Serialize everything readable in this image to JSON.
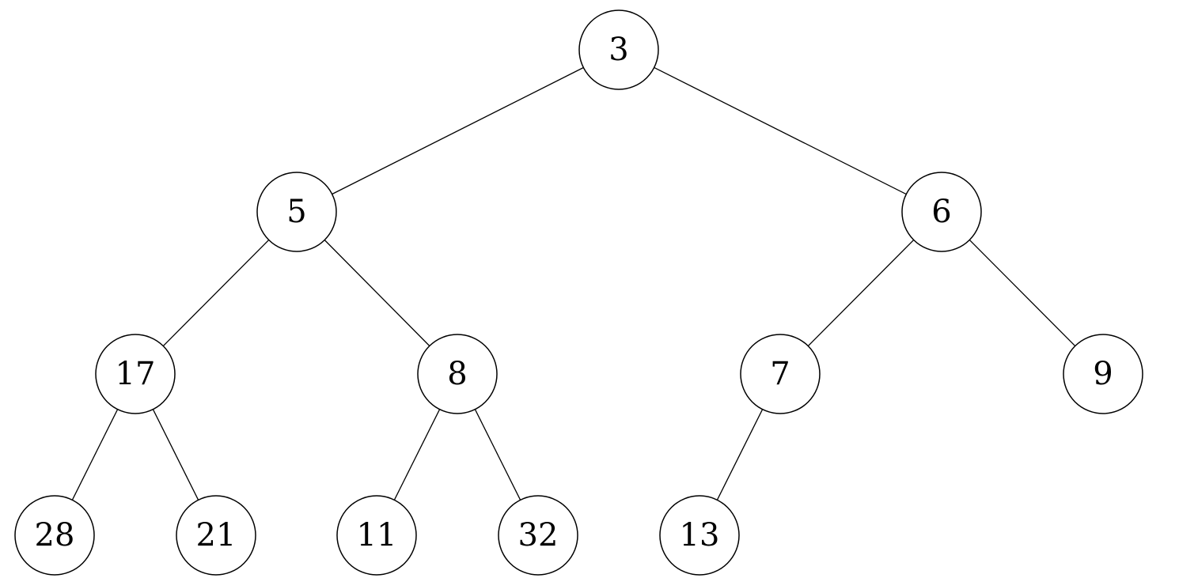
{
  "tree": {
    "type": "binary-min-heap",
    "nodes": [
      {
        "id": "n3",
        "label": "3"
      },
      {
        "id": "n5",
        "label": "5"
      },
      {
        "id": "n6",
        "label": "6"
      },
      {
        "id": "n17",
        "label": "17"
      },
      {
        "id": "n8",
        "label": "8"
      },
      {
        "id": "n7",
        "label": "7"
      },
      {
        "id": "n9",
        "label": "9"
      },
      {
        "id": "n28",
        "label": "28"
      },
      {
        "id": "n21",
        "label": "21"
      },
      {
        "id": "n11",
        "label": "11"
      },
      {
        "id": "n32",
        "label": "32"
      },
      {
        "id": "n13",
        "label": "13"
      }
    ],
    "edges": [
      {
        "from": "n3",
        "to": "n5"
      },
      {
        "from": "n3",
        "to": "n6"
      },
      {
        "from": "n5",
        "to": "n17"
      },
      {
        "from": "n5",
        "to": "n8"
      },
      {
        "from": "n6",
        "to": "n7"
      },
      {
        "from": "n6",
        "to": "n9"
      },
      {
        "from": "n17",
        "to": "n28"
      },
      {
        "from": "n17",
        "to": "n21"
      },
      {
        "from": "n8",
        "to": "n11"
      },
      {
        "from": "n8",
        "to": "n32"
      },
      {
        "from": "n7",
        "to": "n13"
      }
    ],
    "colors": {
      "stroke": "#000000",
      "fill": "#ffffff",
      "text": "#000000"
    }
  }
}
